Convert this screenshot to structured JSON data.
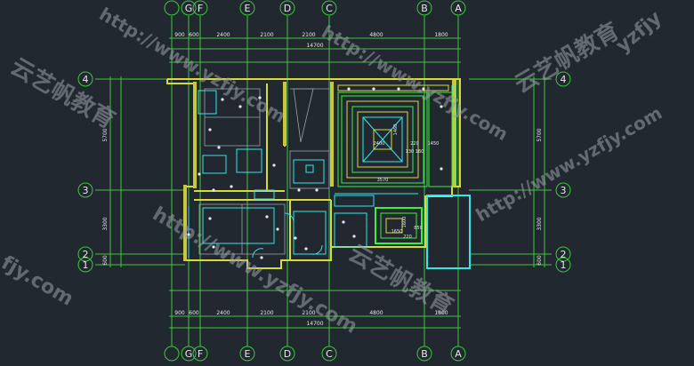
{
  "drawing": {
    "column_labels": [
      "G",
      "F",
      "E",
      "D",
      "C",
      "B",
      "A"
    ],
    "row_labels": [
      "4",
      "3",
      "2",
      "1"
    ],
    "top_segments": [
      "900",
      "600",
      "2400",
      "2100",
      "2100",
      "4800",
      "1800"
    ],
    "top_total": "14700",
    "bottom_segments": [
      "900",
      "600",
      "2400",
      "2100",
      "2100",
      "4800",
      "1800"
    ],
    "bottom_total": "14700",
    "left_segments": [
      "5700",
      "3300",
      "600"
    ],
    "right_segments": [
      "5700",
      "3300",
      "600"
    ],
    "room_labels": {
      "ceiling_top": "2400",
      "ceiling_right_a": "1450",
      "ceiling_right_b": "1460",
      "ceiling_small_a": "220",
      "ceiling_small_b": "130 160",
      "ceiling_bottom": "3570",
      "lower_box": "1600",
      "lower_box_b": "1650",
      "lower_box_c": "850",
      "lower_box_d": "220"
    },
    "colors": {
      "background": "#212830",
      "grid": "#3ec63e",
      "wall": "#d9d93a",
      "detail": "#2ee8e8",
      "highlight": "#3cf03c",
      "text": "#e8e8e8"
    }
  },
  "watermarks": {
    "url": "http://www.yzfjy.com",
    "brand": "云艺帆教育",
    "brand_short": "yzfjy",
    "domain_tail": "fjy.com"
  }
}
